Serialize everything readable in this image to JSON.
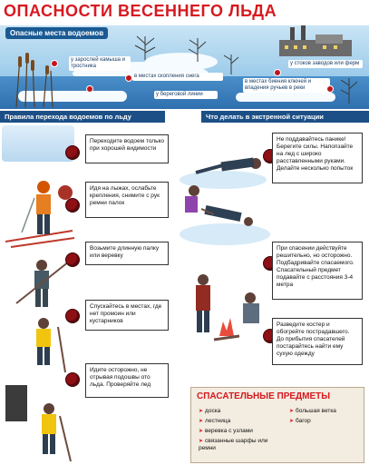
{
  "header": {
    "title": "ОПАСНОСТИ ВЕСЕННЕГО ЛЬДА"
  },
  "map": {
    "label": "Опасные места водоемов",
    "notes": [
      "у зарослей камыша и тростника",
      "в местах скопления снега",
      "у стоков заводов или ферм",
      "у береговой линии",
      "в местах биения ключей и впадения ручьев в реки"
    ]
  },
  "sections": {
    "rules_title": "Правила перехода водоемов по льду",
    "emergency_title": "Что делать в экстренной ситуации"
  },
  "rules": [
    "Переходите водоем только при хорошей видимости",
    "Идя на лыжах, ослабьте крепления, снимите с рук ремни палок",
    "Возьмите длинную палку или веревку",
    "Спускайтесь в местах, где нет промоин или кустарников",
    "Идите осторожно, не отрывая подошвы ото льда. Проверяйте лед"
  ],
  "emergency": [
    "Не поддавайтесь панике! Берегите силы. Напопзайте на лед с широко расставленными руками. Делайте несколько попыток",
    "При спасении действуйте решительно, но осторожно. Подбадривайте спасаемого. Спасательный предмет подавайте с расстояния 3-4 метра",
    "Разведите костер и обогрейте пострадавшего. До прибытия спасателей постарайтесь найти ему сухую одежду"
  ],
  "rescue_items": {
    "title": "СПАСАТЕЛЬНЫЕ ПРЕДМЕТЫ",
    "left": [
      "доска",
      "лестница",
      "веревка с узлами",
      "связанные шарфы или ремни"
    ],
    "right": [
      "большая ветка",
      "багор"
    ]
  },
  "colors": {
    "title": "#d71920",
    "header_bg": "#1c4f86",
    "marker": "#8e0f14"
  }
}
